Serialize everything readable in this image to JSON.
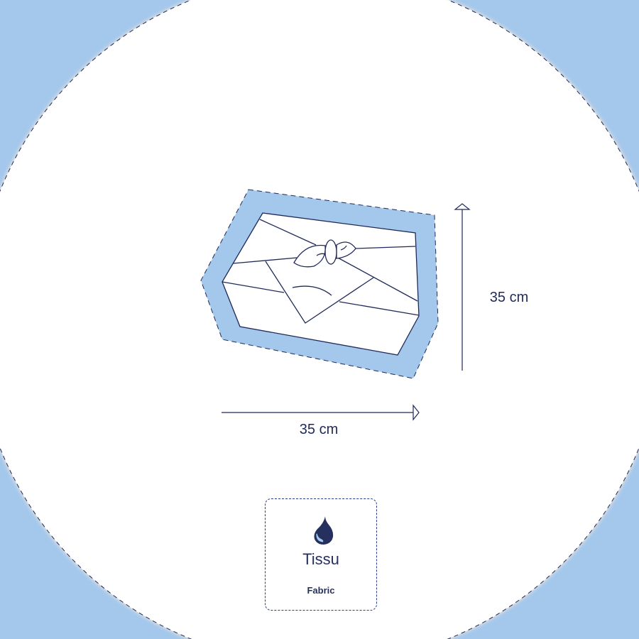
{
  "dimensions": {
    "height_label": "35 cm",
    "width_label": "35 cm"
  },
  "material": {
    "icon": "water-drop-icon",
    "title": "Tissu",
    "subtitle": "Fabric"
  },
  "colors": {
    "accent_blue": "#a4c8ec",
    "navy": "#1f2a5a",
    "dash": "#2a3d8f"
  }
}
